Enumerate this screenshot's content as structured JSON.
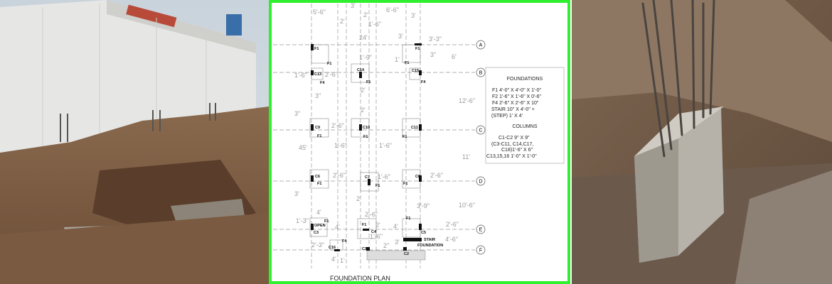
{
  "drawing": {
    "title": "FOUNDATION PLAN",
    "grid_labels": [
      "A",
      "B",
      "C",
      "D",
      "E",
      "F"
    ],
    "legend": {
      "foundations_heading": "FOUNDATIONS",
      "foundations": [
        "F1 4'-0\" X 4'-0\" X 1'-0\"",
        "F2 1'-6\" X 1'-6\" X 0'-6\"",
        "F4 2'-6\" X 2'-6\" X 10\"",
        "STAIR  10\" X 4'-0\" +",
        "(STEP) 1' X 4'"
      ],
      "columns_heading": "COLUMNS",
      "columns": [
        "C1-C2 9\" X 9\"",
        "(C3-C11, C14,C17,",
        "C18)1'-6\" X 6\"",
        "C13,15,16 1'-0\" X 1'-0\""
      ]
    },
    "dims": [
      "5'-6\"",
      "3'",
      "2'",
      "6'-6\"",
      "3'",
      "2'",
      "1'-6\"",
      "24'",
      "3'",
      "3'-3\"",
      "3\"",
      "6'",
      "1'-9\"",
      "1'",
      "1'-6\"",
      "2'-6\"",
      "3\"",
      "2'",
      "2'",
      "3\"",
      "12'-6\"",
      "2'-6\"",
      "45'",
      "1'-6\"",
      "1'-6\"",
      "11'",
      "2'-6\"",
      "1'-6\"",
      "2'-6\"",
      "3'",
      "2'",
      "10'-6\"",
      "4'",
      "3'-9\"",
      "1'-3\"",
      "2'-6\"",
      "2'",
      "4'",
      "4'",
      "2'-6\"",
      "1'-6\"",
      "2'-3\"",
      "3'",
      "2\"",
      "4'-6\"",
      "4'",
      "1'"
    ],
    "tags": [
      "F1",
      "F1",
      "F1",
      "F1",
      "C13",
      "F4",
      "C14",
      "F1",
      "C15",
      "F4",
      "C9",
      "F1",
      "C10",
      "F1",
      "C11",
      "F1",
      "C6",
      "F1",
      "C7",
      "F1",
      "C8",
      "F1",
      "F1",
      "OPEN",
      "C3",
      "F4",
      "C16",
      "F1",
      "C4",
      "F1",
      "C5",
      "STAIR",
      "FOUNDATION",
      "C1",
      "C2"
    ]
  },
  "colors": {
    "frame": "#2ef02e",
    "dims": "#9a9a9a"
  }
}
